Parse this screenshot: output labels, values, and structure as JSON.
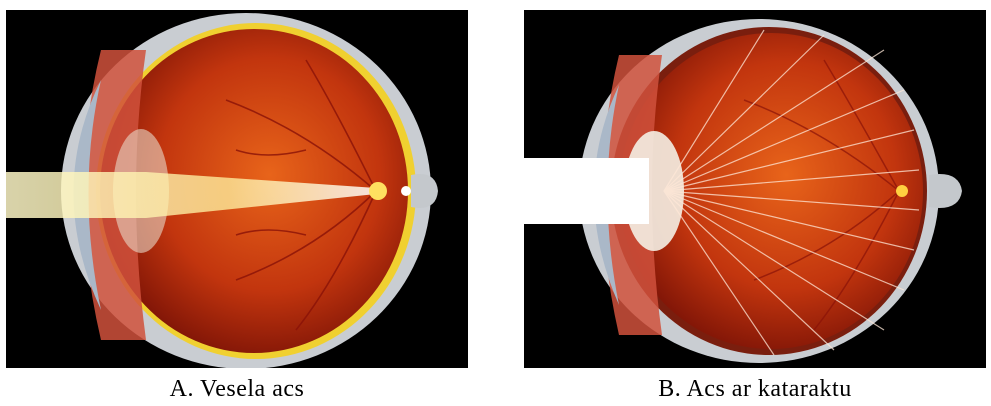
{
  "figure": {
    "panels": [
      {
        "id": "a",
        "caption": "A. Vesela acs"
      },
      {
        "id": "b",
        "caption": "B. Acs ar kataraktu"
      }
    ]
  }
}
